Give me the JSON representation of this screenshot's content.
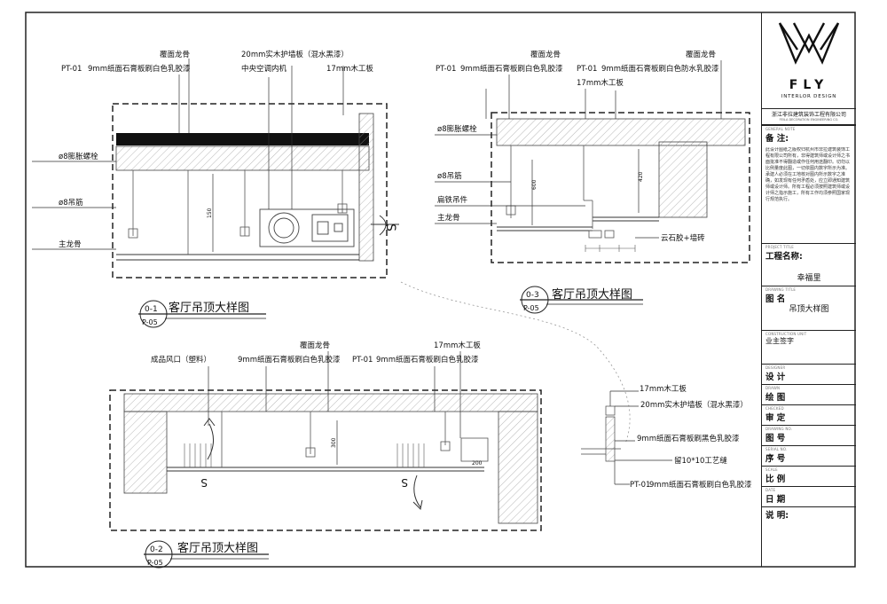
{
  "drawings": [
    {
      "id": "01",
      "title": "客厅吊顶大样图",
      "num": "0-1",
      "page": "P-05",
      "labels": {
        "l1": "覆面龙骨",
        "l2": "PT-01",
        "l3": "9mm纸面石膏板刷白色乳胶漆",
        "l4": "20mm实木护墙板（混水黑漆）",
        "l5": "中央空调内机",
        "l6": "17mm木工板",
        "l7": "ø8膨胀螺栓",
        "l8": "ø8吊筋",
        "l9": "主龙骨",
        "dim": "150"
      }
    },
    {
      "id": "03",
      "title": "客厅吊顶大样图",
      "num": "0-3",
      "page": "P-05",
      "labels": {
        "l1": "覆面龙骨",
        "l2": "PT-01",
        "l3": "9mm纸面石膏板刷白色乳胶漆",
        "l4": "覆面龙骨",
        "l5": "PT-01",
        "l6": "9mm纸面石膏板刷白色防水乳胶漆",
        "l7": "17mm木工板",
        "l8": "ø8膨胀螺栓",
        "l9": "ø8吊筋",
        "l10": "扁铁吊件",
        "l11": "主龙骨",
        "l12": "云石胶+墙砖",
        "dim1": "600",
        "dim2": "420"
      }
    },
    {
      "id": "02",
      "title": "客厅吊顶大样图",
      "num": "0-2",
      "page": "P-05",
      "labels": {
        "l1": "覆面龙骨",
        "l2": "9mm纸面石膏板刷白色乳胶漆",
        "l3": "17mm木工板",
        "l4": "PT-01",
        "l5": "9mm纸面石膏板刷白色乳胶漆",
        "l6": "成品风口（塑料）",
        "dim1": "300",
        "dim2": "200"
      }
    }
  ],
  "detail": {
    "l1": "17mm木工板",
    "l2": "20mm实木护墙板（混水黑漆）",
    "l3": "9mm纸面石膏板刷黑色乳胶漆",
    "l4": "留10*10工艺缝",
    "l5": "PT-01",
    "l6": "9mm纸面石膏板刷白色乳胶漆"
  },
  "title_block": {
    "logo_text": "FLY",
    "logo_sub": "INTERLOR DESIGN",
    "company": "浙江非拉建筑装饰工程有限公司",
    "company_en": "FEILA DECORATION ENGINEERING CO.",
    "note_cap": "GENERAL NOTE",
    "note_label": "备 注:",
    "note_text": "此设计图纸之版权归杭州市非拉建筑装饰工程有限公司所有，非得建筑师或设计师之书面批准不得翻造或作任何用途翻印。切勿以比例量度此图，一切依图内数字所示为准。承建人必须在工地核对图内所示数字之准确，如发现有任何矛盾处，应立即通知建筑师或设计师。所有工程必须按照建筑师或设计师之指示施工，所有工作均须参照国家现行规范执行。",
    "project_cap": "PROJECT TITLE",
    "project_label": "工程名称:",
    "project_name": "幸福里",
    "drawing_cap": "DRAWING TITLE",
    "drawing_label": "图 名",
    "drawing_name": "吊顶大样图",
    "owner_cap": "CONSTRUCTION UNIT",
    "owner_label": "业主签字",
    "fields": [
      {
        "cap": "DESIGNER",
        "label": "设 计"
      },
      {
        "cap": "DRAWN",
        "label": "绘 图"
      },
      {
        "cap": "CHECKED",
        "label": "审 定"
      },
      {
        "cap": "DRAWING NO.",
        "label": "图 号"
      },
      {
        "cap": "SERIAL NO.",
        "label": "序 号"
      },
      {
        "cap": "SCALE",
        "label": "比 例"
      },
      {
        "cap": "DATE",
        "label": "日 期"
      },
      {
        "cap": "",
        "label": "说 明:"
      }
    ]
  }
}
